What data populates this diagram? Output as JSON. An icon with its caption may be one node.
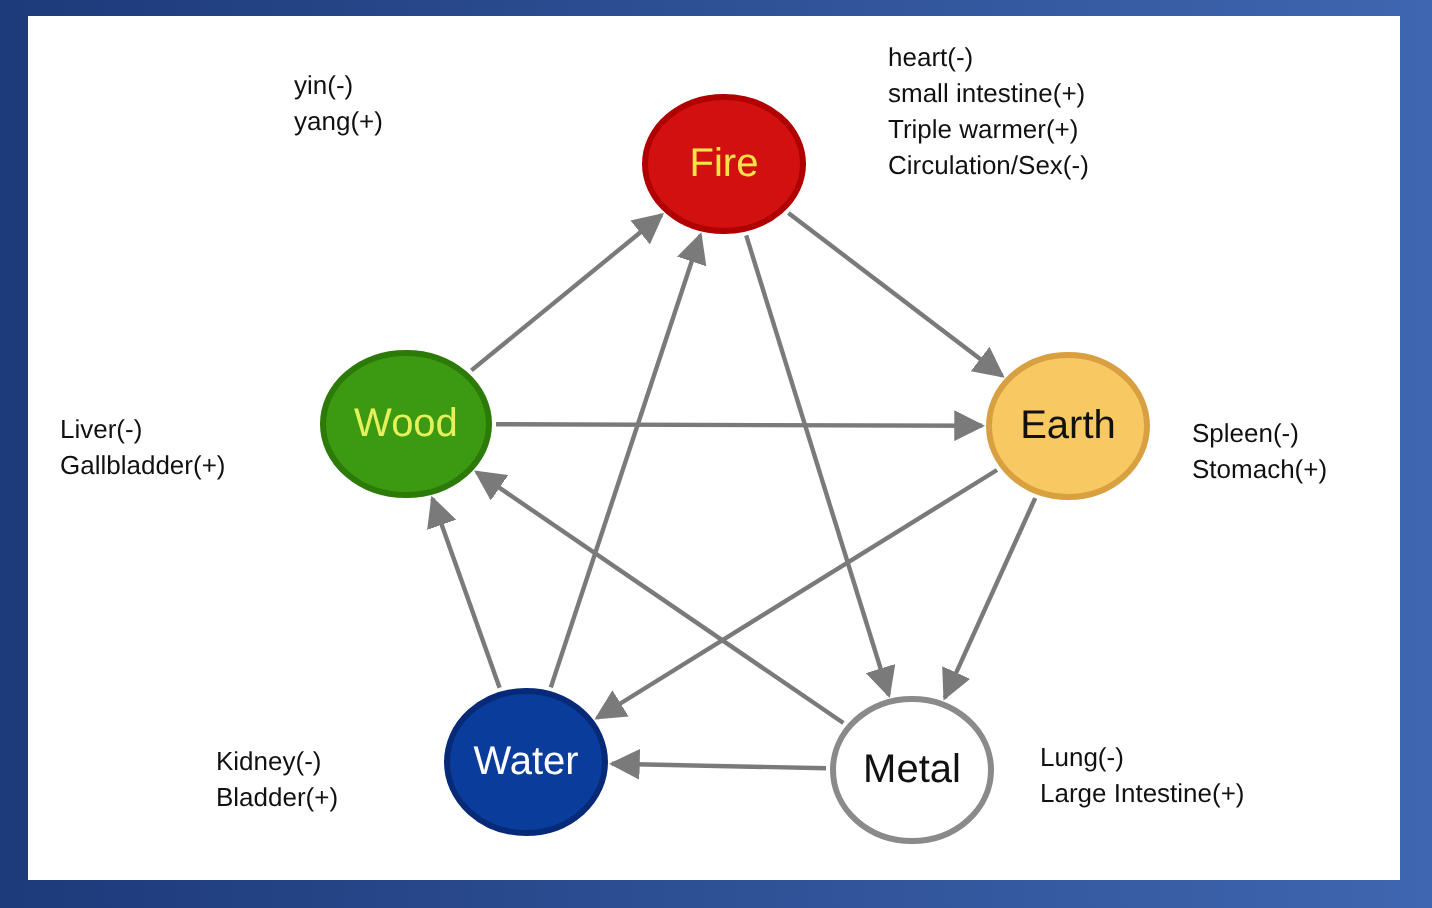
{
  "diagram": {
    "nodes": [
      {
        "text": [
          "Fire"
        ],
        "beside": [
          "heart(-)",
          "small intestine(+)",
          "Triple warmer(+)",
          "Circulation/Sex(-)"
        ]
      },
      {
        "text": [
          "Wood"
        ],
        "beside": [
          "Liver(-)",
          "Gallbladder(+)"
        ]
      },
      {
        "text": [
          "Earth"
        ],
        "beside": [
          "Spleen(-)",
          "Stomach(+)"
        ]
      },
      {
        "text": [
          "Water"
        ],
        "beside": [
          "Kidney(-)",
          "Bladder(+)"
        ]
      },
      {
        "text": [
          "Metal"
        ],
        "beside": [
          "Lung(-)",
          "Large Intestine(+)"
        ]
      }
    ],
    "edges": [
      {
        "from": 1,
        "to": 0,
        "arrow": "to"
      },
      {
        "from": 0,
        "to": 2,
        "arrow": "to"
      },
      {
        "from": 2,
        "to": 4,
        "arrow": "to"
      },
      {
        "from": 4,
        "to": 3,
        "arrow": "to"
      },
      {
        "from": 3,
        "to": 1,
        "arrow": "to"
      },
      {
        "from": 1,
        "to": 2,
        "arrow": "to"
      },
      {
        "from": 0,
        "to": 4,
        "arrow": "to"
      },
      {
        "from": 2,
        "to": 3,
        "arrow": "to"
      },
      {
        "from": 4,
        "to": 1,
        "arrow": "to"
      },
      {
        "from": 3,
        "to": 0,
        "arrow": "to"
      }
    ],
    "labels": [
      "yin(-)",
      "yang(+)"
    ]
  }
}
